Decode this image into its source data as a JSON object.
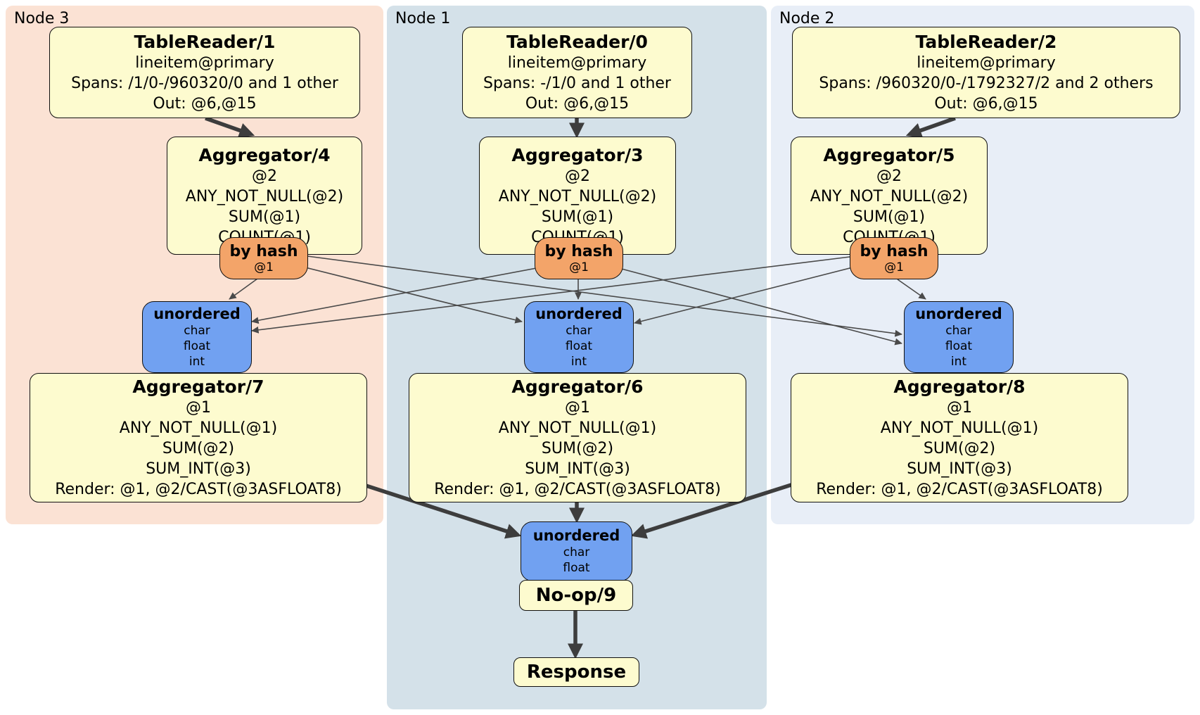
{
  "colors": {
    "node3_bg": "#fbe2d4",
    "node1_bg": "#d4e1e9",
    "node2_bg": "#e8eef7",
    "processor_fill": "#fdfbcf",
    "router_fill": "#f3a469",
    "sync_fill": "#71a1f1",
    "edge_thin": "#4a4a4a",
    "edge_thick": "#3d3d3d"
  },
  "columns": {
    "left": {
      "node_label": "Node 3",
      "table_reader": {
        "title": "TableReader/1",
        "lines": [
          "lineitem@primary",
          "Spans: /1/0-/960320/0 and 1 other",
          "Out: @6,@15"
        ]
      },
      "aggregator_top": {
        "title": "Aggregator/4",
        "lines": [
          "@2",
          "ANY_NOT_NULL(@2)",
          "SUM(@1)",
          "COUNT(@1)"
        ]
      },
      "router": {
        "title": "by hash",
        "detail": "@1"
      },
      "sync": {
        "title": "unordered",
        "lines": [
          "char",
          "float",
          "int"
        ]
      },
      "aggregator_bottom": {
        "title": "Aggregator/7",
        "lines": [
          "@1",
          "ANY_NOT_NULL(@1)",
          "SUM(@2)",
          "SUM_INT(@3)",
          "Render: @1, @2/CAST(@3ASFLOAT8)"
        ]
      }
    },
    "center": {
      "node_label": "Node 1",
      "table_reader": {
        "title": "TableReader/0",
        "lines": [
          "lineitem@primary",
          "Spans: -/1/0 and 1 other",
          "Out: @6,@15"
        ]
      },
      "aggregator_top": {
        "title": "Aggregator/3",
        "lines": [
          "@2",
          "ANY_NOT_NULL(@2)",
          "SUM(@1)",
          "COUNT(@1)"
        ]
      },
      "router": {
        "title": "by hash",
        "detail": "@1"
      },
      "sync": {
        "title": "unordered",
        "lines": [
          "char",
          "float",
          "int"
        ]
      },
      "aggregator_bottom": {
        "title": "Aggregator/6",
        "lines": [
          "@1",
          "ANY_NOT_NULL(@1)",
          "SUM(@2)",
          "SUM_INT(@3)",
          "Render: @1, @2/CAST(@3ASFLOAT8)"
        ]
      }
    },
    "right": {
      "node_label": "Node 2",
      "table_reader": {
        "title": "TableReader/2",
        "lines": [
          "lineitem@primary",
          "Spans: /960320/0-/1792327/2 and 2 others",
          "Out: @6,@15"
        ]
      },
      "aggregator_top": {
        "title": "Aggregator/5",
        "lines": [
          "@2",
          "ANY_NOT_NULL(@2)",
          "SUM(@1)",
          "COUNT(@1)"
        ]
      },
      "router": {
        "title": "by hash",
        "detail": "@1"
      },
      "sync": {
        "title": "unordered",
        "lines": [
          "char",
          "float",
          "int"
        ]
      },
      "aggregator_bottom": {
        "title": "Aggregator/8",
        "lines": [
          "@1",
          "ANY_NOT_NULL(@1)",
          "SUM(@2)",
          "SUM_INT(@3)",
          "Render: @1, @2/CAST(@3ASFLOAT8)"
        ]
      }
    }
  },
  "output": {
    "sync": {
      "title": "unordered",
      "lines": [
        "char",
        "float"
      ]
    },
    "noop_label": "No-op/9",
    "response_label": "Response"
  }
}
